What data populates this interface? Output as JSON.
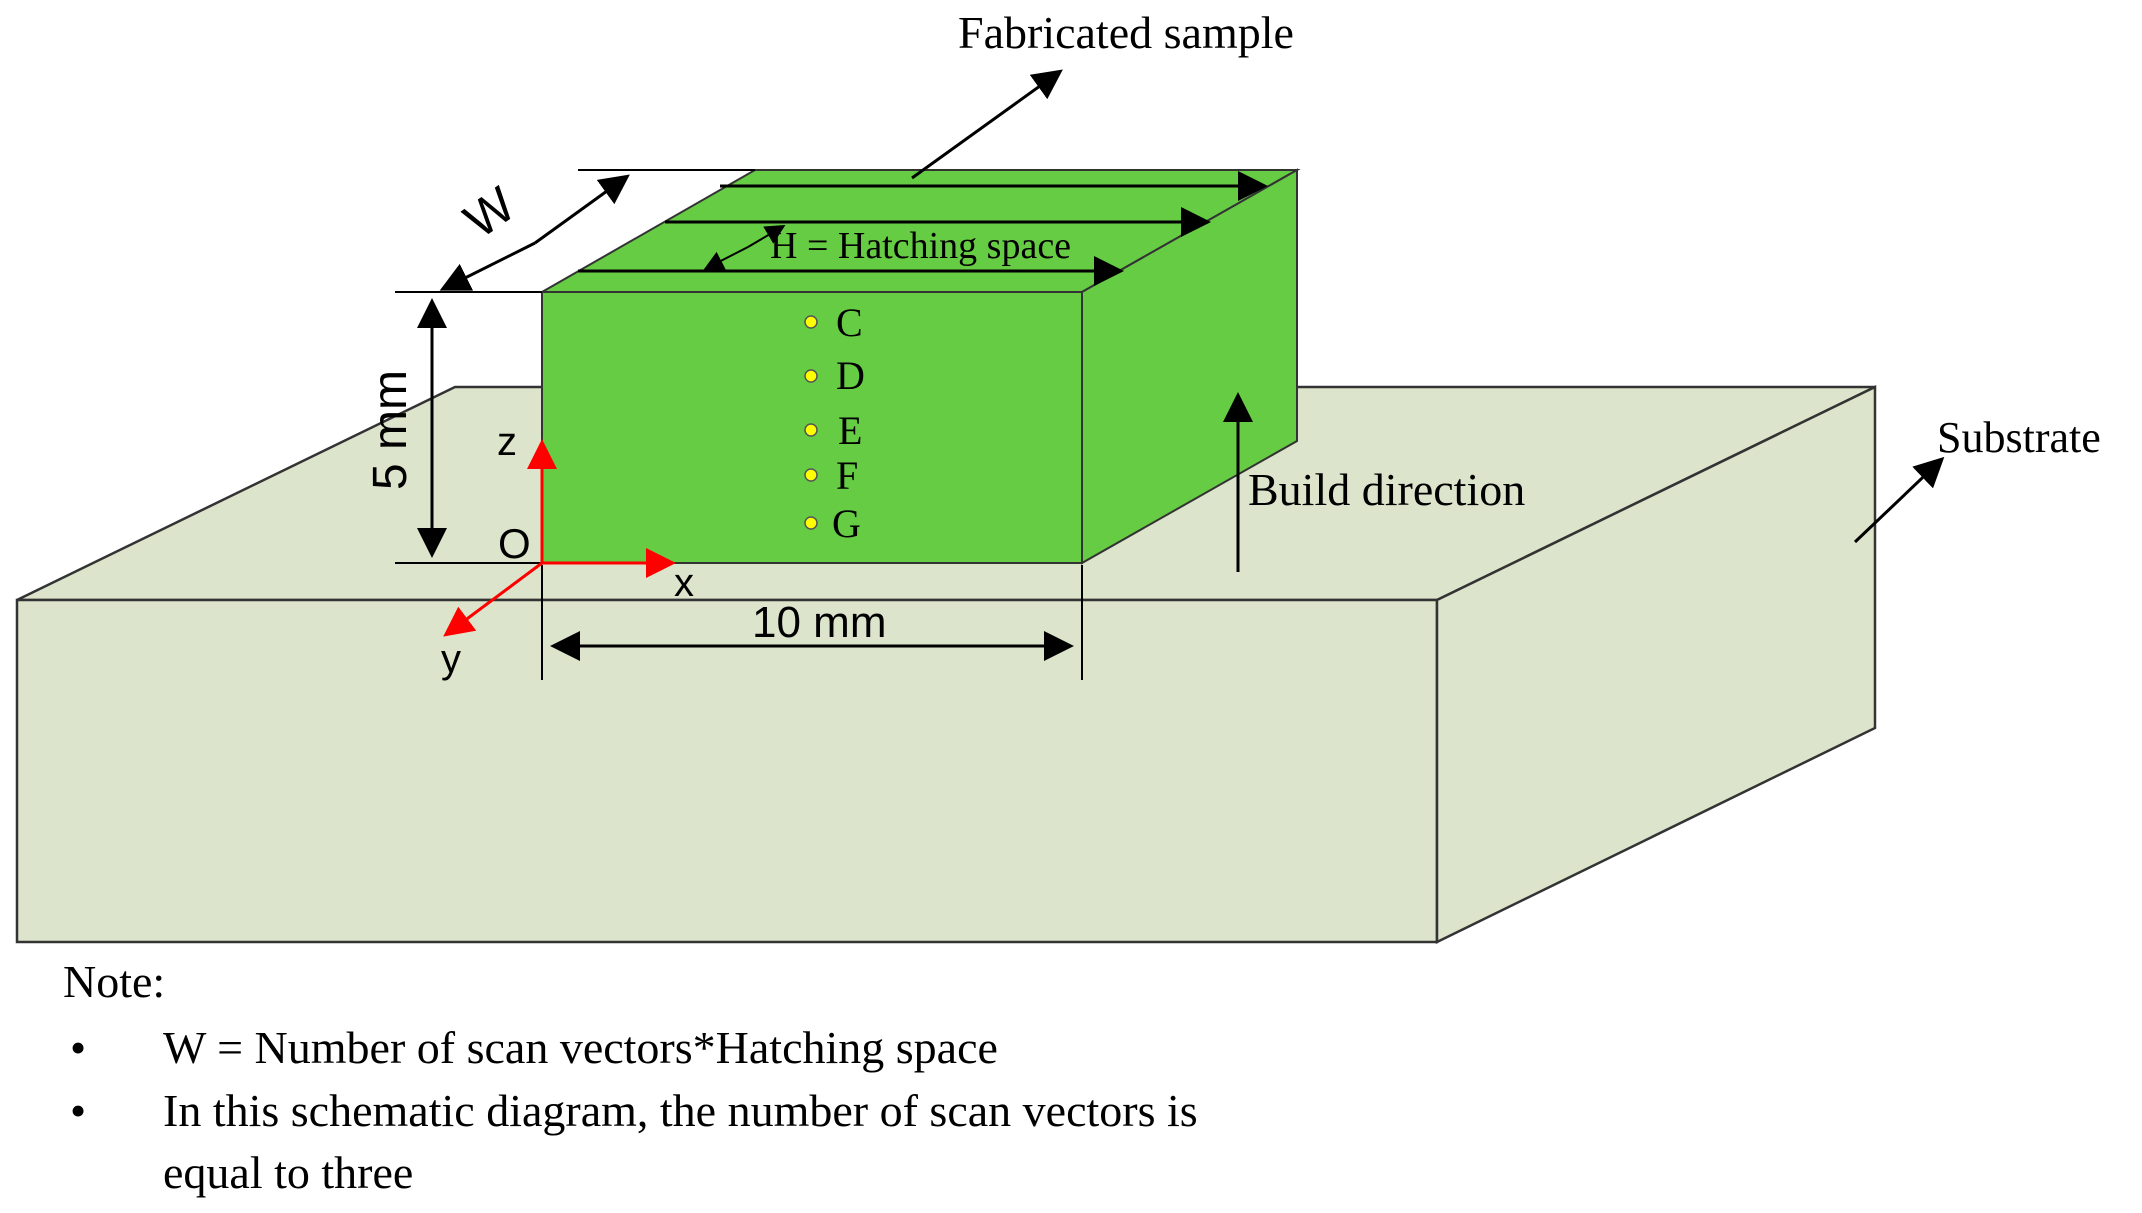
{
  "labels": {
    "fabricated_sample": "Fabricated sample",
    "substrate": "Substrate",
    "hatching": "H = Hatching space",
    "build_direction": "Build direction",
    "width": "W",
    "height_dim": "5 mm",
    "length_dim": "10 mm"
  },
  "axes": {
    "origin": "O",
    "x": "x",
    "y": "y",
    "z": "z"
  },
  "points": [
    "C",
    "D",
    "E",
    "F",
    "G"
  ],
  "notes": {
    "title": "Note:",
    "bullet_glyph": "•",
    "items": [
      "W = Number of scan vectors*Hatching space",
      "In this schematic diagram, the number of scan vectors is",
      "equal to three"
    ]
  },
  "colors": {
    "sample_fill": "#66cc44",
    "substrate_fill": "#dde4cc",
    "axis_color": "#ff0000",
    "point_color": "#ffff00"
  }
}
